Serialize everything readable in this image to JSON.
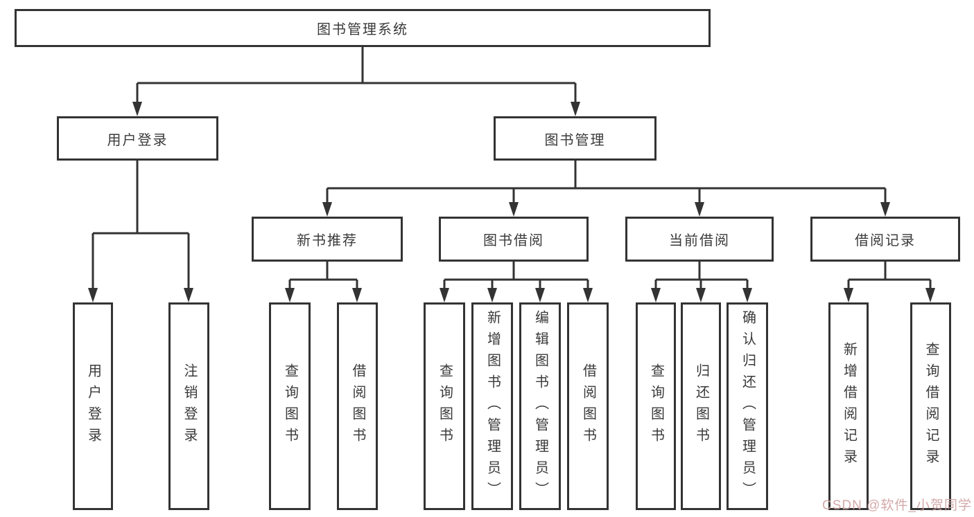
{
  "diagram": {
    "nodes": {
      "root": "图书管理系统",
      "user_login": "用户登录",
      "book_mgmt": "图书管理",
      "new_book_rec": "新书推荐",
      "book_borrow": "图书借阅",
      "current_borrow": "当前借阅",
      "borrow_records": "借阅记录",
      "leaf_user_login": "用户登录",
      "leaf_logout": "注销登录",
      "leaf_nb_query": "查询图书",
      "leaf_nb_borrow": "借阅图书",
      "leaf_bb_query": "查询图书",
      "leaf_bb_add": "新增图书（管理员）",
      "leaf_bb_edit": "编辑图书（管理员）",
      "leaf_bb_borrow": "借阅图书",
      "leaf_cb_query": "查询图书",
      "leaf_cb_return": "归还图书",
      "leaf_cb_confirm": "确认归还（管理员）",
      "leaf_br_add": "新增借阅记录",
      "leaf_br_query": "查询借阅记录"
    },
    "colors": {
      "line": "#333333",
      "text": "#3a3a3a",
      "background": "#ffffff"
    }
  },
  "watermark": {
    "text": "CSDN @软件_小贺同学",
    "color": "#cfa0a0"
  }
}
